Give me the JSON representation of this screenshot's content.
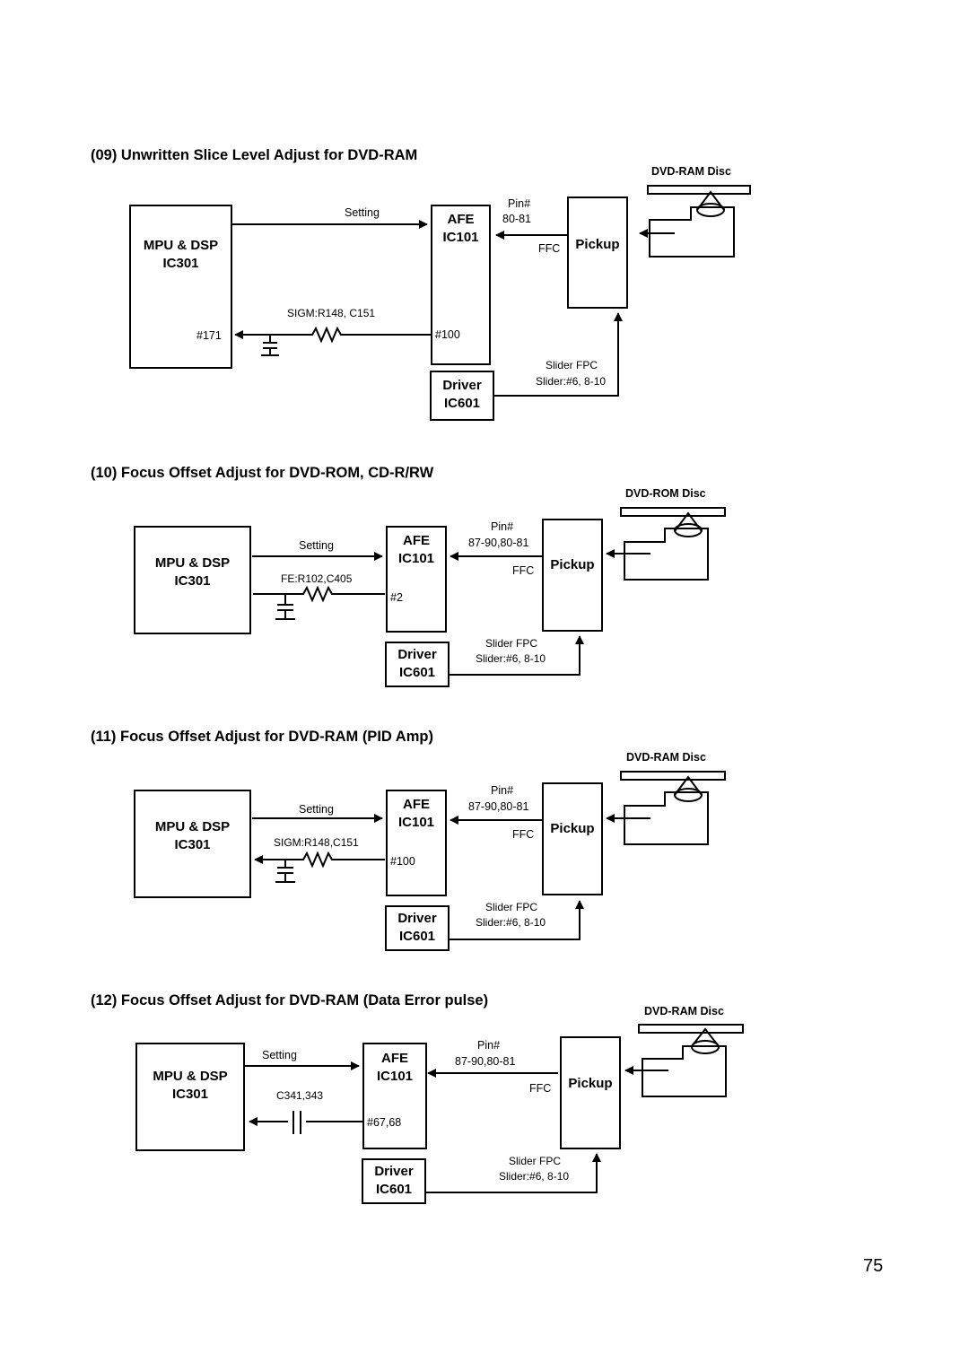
{
  "page_number": "75",
  "sections": [
    {
      "title": "(09) Unwritten Slice Level Adjust for DVD-RAM",
      "mpu": {
        "line1": "MPU & DSP",
        "line2": "IC301"
      },
      "afe": {
        "line1": "AFE",
        "line2": "IC101"
      },
      "pickup": "Pickup",
      "driver": {
        "line1": "Driver",
        "line2": "IC601"
      },
      "disc_label": "DVD-RAM Disc",
      "setting_label": "Setting",
      "pin_label": "Pin#",
      "pin_values": "80-81",
      "ffc_label": "FFC",
      "component_label": "SIGM:R148, C151",
      "mpu_pin": "#171",
      "afe_pin": "#100",
      "slider_fpc": "Slider FPC",
      "slider_pins": "Slider:#6, 8-10"
    },
    {
      "title": "(10) Focus Offset Adjust for DVD-ROM, CD-R/RW",
      "mpu": {
        "line1": "MPU & DSP",
        "line2": "IC301"
      },
      "afe": {
        "line1": "AFE",
        "line2": "IC101"
      },
      "pickup": "Pickup",
      "driver": {
        "line1": "Driver",
        "line2": "IC601"
      },
      "disc_label": "DVD-ROM Disc",
      "setting_label": "Setting",
      "pin_label": "Pin#",
      "pin_values": "87-90,80-81",
      "ffc_label": "FFC",
      "component_label": "FE:R102,C405",
      "afe_pin": "#2",
      "slider_fpc": "Slider FPC",
      "slider_pins": "Slider:#6, 8-10"
    },
    {
      "title": "(11) Focus Offset Adjust for DVD-RAM (PID Amp)",
      "mpu": {
        "line1": "MPU & DSP",
        "line2": "IC301"
      },
      "afe": {
        "line1": "AFE",
        "line2": "IC101"
      },
      "pickup": "Pickup",
      "driver": {
        "line1": "Driver",
        "line2": "IC601"
      },
      "disc_label": "DVD-RAM Disc",
      "setting_label": "Setting",
      "pin_label": "Pin#",
      "pin_values": "87-90,80-81",
      "ffc_label": "FFC",
      "component_label": "SIGM:R148,C151",
      "afe_pin": "#100",
      "slider_fpc": "Slider FPC",
      "slider_pins": "Slider:#6, 8-10"
    },
    {
      "title": "(12) Focus Offset Adjust for DVD-RAM (Data Error pulse)",
      "mpu": {
        "line1": "MPU & DSP",
        "line2": "IC301"
      },
      "afe": {
        "line1": "AFE",
        "line2": "IC101"
      },
      "pickup": "Pickup",
      "driver": {
        "line1": "Driver",
        "line2": "IC601"
      },
      "disc_label": "DVD-RAM Disc",
      "setting_label": "Setting",
      "pin_label": "Pin#",
      "pin_values": "87-90,80-81",
      "ffc_label": "FFC",
      "component_label": "C341,343",
      "afe_pin": "#67,68",
      "slider_fpc": "Slider FPC",
      "slider_pins": "Slider:#6, 8-10"
    }
  ]
}
